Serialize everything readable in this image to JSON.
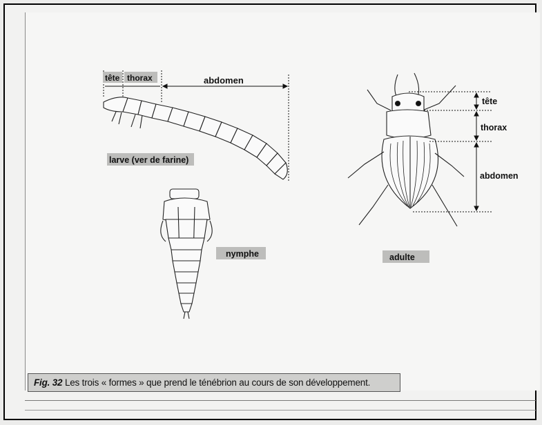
{
  "labels": {
    "larva_head": "tête",
    "larva_thorax": "thorax",
    "larva_abdomen": "abdomen",
    "larva_caption": "larve (ver de farine)",
    "pupa_caption": "nymphe",
    "adult_caption": "adulte",
    "adult_head": "tête",
    "adult_thorax": "thorax",
    "adult_abdomen": "abdomen"
  },
  "caption": {
    "fig_label": "Fig. 32",
    "text": "Les trois « formes » que prend le ténébrion au cours de son développement."
  }
}
